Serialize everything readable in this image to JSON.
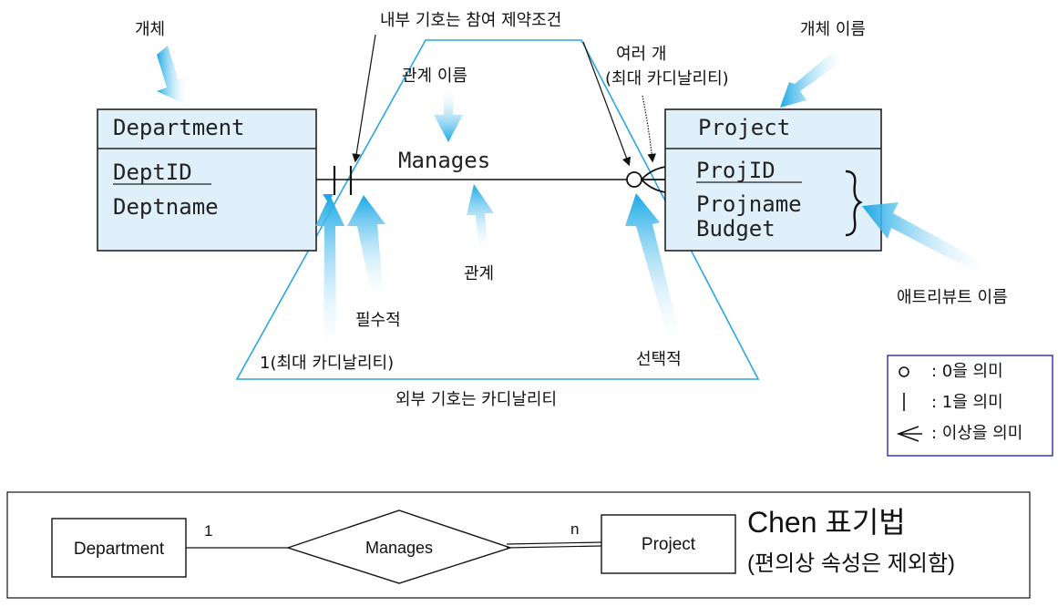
{
  "crowsfoot": {
    "labels": {
      "entity": "개체",
      "entity_name": "개체 이름",
      "inner_symbol": "내부 기호는 참여 제약조건",
      "rel_name": "관계 이름",
      "many": "여러 개",
      "many_sub": "(최대 카디날리티)",
      "relationship": "관계",
      "mandatory": "필수적",
      "one_max": "1(최대 카디날리티)",
      "optional": "선택적",
      "outer_symbol": "외부 기호는 카디날리티",
      "attr_name": "애트리뷰트 이름"
    },
    "department": {
      "title": "Department",
      "key": "DeptID",
      "attrs": [
        "Deptname"
      ]
    },
    "project": {
      "title": "Project",
      "key": "ProjID",
      "attrs": [
        "Projname",
        "Budget"
      ]
    },
    "rel": "Manages"
  },
  "legend": {
    "items": [
      {
        "symbol": "o",
        "text": ": 0을 의미"
      },
      {
        "symbol": "|",
        "text": ": 1을 의미"
      },
      {
        "symbol": "crowsfoot",
        "text": ": 이상을 의미"
      }
    ]
  },
  "chen": {
    "entity1": "Department",
    "entity2": "Project",
    "relationship": "Manages",
    "card1": "1",
    "card2": "n",
    "title": "Chen 표기법",
    "note": "(편의상 속성은 제외함)"
  },
  "colors": {
    "entity_fill": "#dff0fb",
    "accent_cyan": "#2aa7e0",
    "legend_border": "#2b2bb0"
  }
}
